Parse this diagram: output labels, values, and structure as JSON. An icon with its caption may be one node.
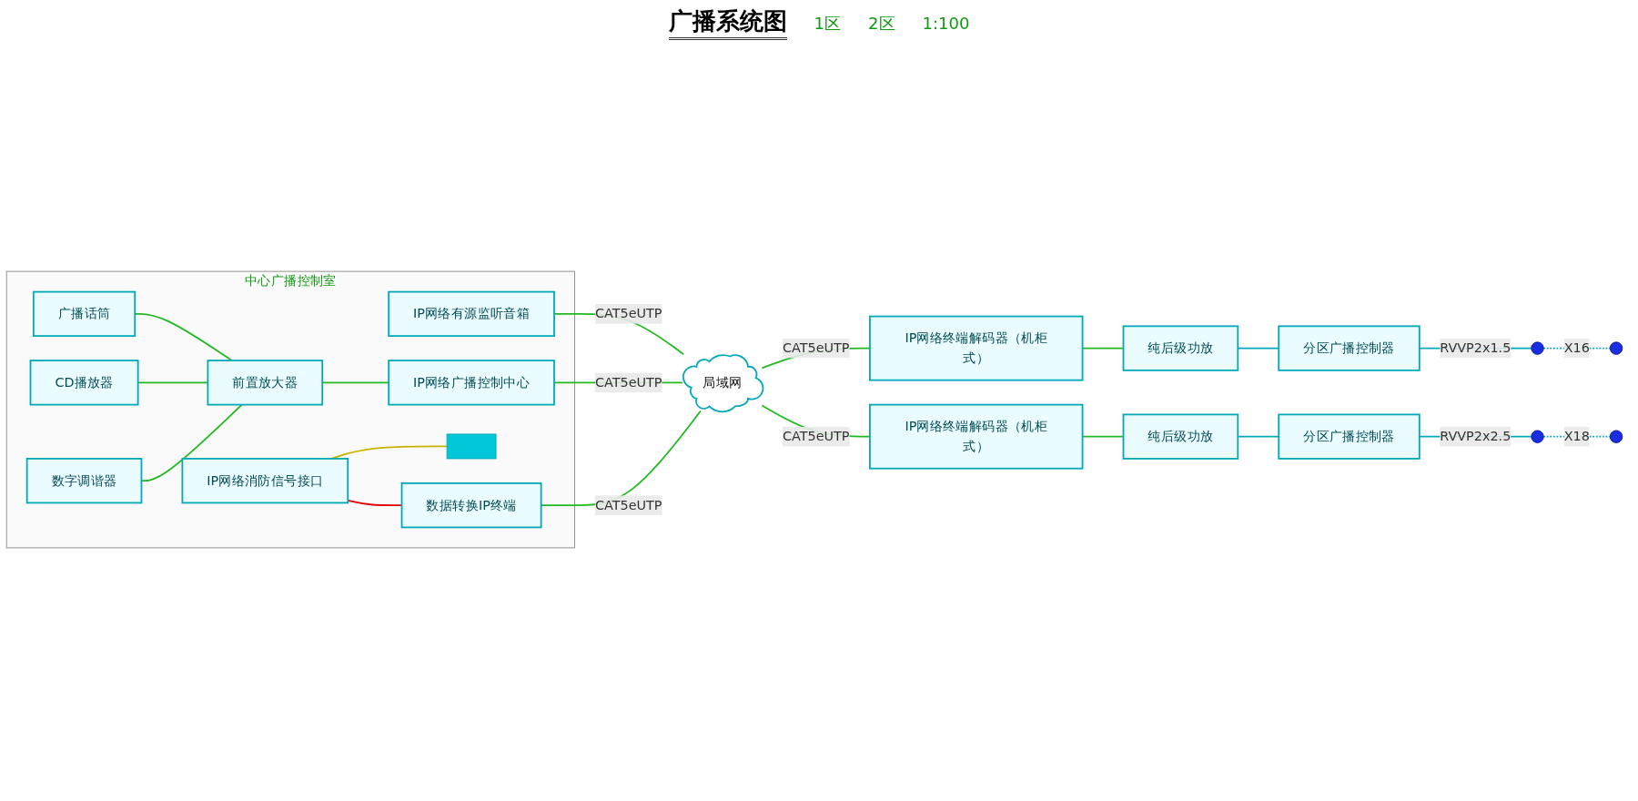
{
  "diagram": {
    "title": "广播系统图",
    "nodes": [
      {
        "text": [
          "中心广播控制室"
        ]
      },
      {
        "text": [
          "广播话筒"
        ],
        "in": 0
      },
      {
        "text": [
          "CD播放器"
        ],
        "in": 0
      },
      {
        "text": [
          "数字调谐器"
        ],
        "in": 0
      },
      {
        "text": [
          "前置放大器"
        ],
        "in": 0
      },
      {
        "text": [
          "IP网络有源监听音箱"
        ],
        "in": 0
      },
      {
        "text": [
          "IP网络广播控制中心"
        ],
        "in": 0
      },
      {
        "text": [
          "IP网络消防信号接口"
        ],
        "in": 0
      },
      {
        "text": [],
        "shape": "bar",
        "in": 0
      },
      {
        "text": [
          "数据转换IP终端"
        ],
        "in": 0
      },
      {
        "text": [
          "局域网"
        ]
      },
      {
        "text": [
          "IP网络终端解码器（机柜式）"
        ]
      },
      {
        "text": [
          "纯后级功放"
        ]
      },
      {
        "text": [
          "分区广播控制器"
        ]
      },
      {
        "text": [],
        "shape": "circle"
      },
      {
        "text": [],
        "shape": "circle"
      },
      {
        "text": [
          "IP网络终端解码器（机柜式）"
        ]
      },
      {
        "text": [
          "纯后级功放"
        ]
      },
      {
        "text": [
          "分区广播控制器"
        ]
      },
      {
        "text": [],
        "shape": "circle"
      },
      {
        "text": [],
        "shape": "circle"
      }
    ],
    "edges": [
      {
        "from": 1,
        "to": 4,
        "arrow": "none"
      },
      {
        "from": 2,
        "to": 4,
        "arrow": "none"
      },
      {
        "from": 3,
        "to": 4,
        "arrow": "none"
      },
      {
        "from": 4,
        "to": 6,
        "arrow": "none"
      },
      {
        "from": 5,
        "to": 10,
        "arrow": "none",
        "label": "CAT5eUTP"
      },
      {
        "from": 6,
        "to": 10,
        "arrow": "none",
        "label": "CAT5eUTP"
      },
      {
        "from": 7,
        "to": 9,
        "arrow": "none",
        "color": "#e00000"
      },
      {
        "from": 7,
        "to": 8,
        "arrow": "none",
        "color": "#c8b400"
      },
      {
        "from": 9,
        "to": 10,
        "arrow": "none",
        "label": "CAT5eUTP"
      },
      {
        "from": 10,
        "to": 11,
        "arrow": "none",
        "label": "CAT5eUTP"
      },
      {
        "from": 10,
        "to": 16,
        "arrow": "none",
        "label": "CAT5eUTP"
      },
      {
        "from": 11,
        "to": 12,
        "arrow": "none"
      },
      {
        "from": 12,
        "to": 13,
        "arrow": "none",
        "color": "#00a8b8"
      },
      {
        "from": 13,
        "to": 14,
        "arrow": "none",
        "label": "RVVP2x1.5",
        "color": "#00a8b8"
      },
      {
        "from": 14,
        "to": 15,
        "arrow": "none",
        "label": "X16",
        "style": "dashed",
        "color": "#00a8b8"
      },
      {
        "from": 16,
        "to": 17,
        "arrow": "none"
      },
      {
        "from": 17,
        "to": 18,
        "arrow": "none",
        "color": "#00a8b8"
      },
      {
        "from": 18,
        "to": 19,
        "arrow": "none",
        "label": "RVVP2x2.5",
        "color": "#00a8b8"
      },
      {
        "from": 19,
        "to": 20,
        "arrow": "none",
        "label": "X18",
        "style": "dashed",
        "color": "#00a8b8"
      }
    ],
    "labels": [
      "1区",
      "2区",
      "1:100"
    ]
  }
}
